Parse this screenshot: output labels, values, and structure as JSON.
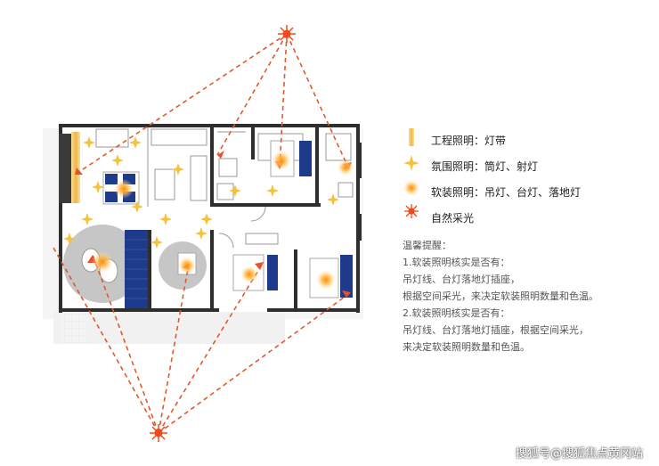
{
  "legend": {
    "items": [
      {
        "icon": "light-strip-icon",
        "label": "工程照明：灯带"
      },
      {
        "icon": "sparkle-icon",
        "label": "氛围照明：筒灯、射灯"
      },
      {
        "icon": "glow-dot-icon",
        "label": "软装照明：吊灯、台灯、落地灯"
      },
      {
        "icon": "sun-icon",
        "label": "自然采光"
      }
    ]
  },
  "notes": {
    "title": "温馨提醒：",
    "lines": [
      "1.软装照明核实是否有：",
      "吊灯线、台灯落地灯插座，",
      "根据空间采光，来决定软装照明数量和色温。",
      "2.软装照明核实是否有：",
      "吊灯线、台灯落地灯插座，根据空间采光，",
      "来决定软装照明数量和色温。"
    ]
  },
  "watermark": "搜狐号@搜狐焦点黄冈站",
  "colors": {
    "ray": "#e05a2b",
    "sun": "#f04a1a",
    "strip": "#f3c35a",
    "sparkle": "#f6c23c",
    "glow": "#f6a21c",
    "wall": "#2e2e2e",
    "furniture": "#1e3a8a",
    "arrow": "#e8502a"
  }
}
